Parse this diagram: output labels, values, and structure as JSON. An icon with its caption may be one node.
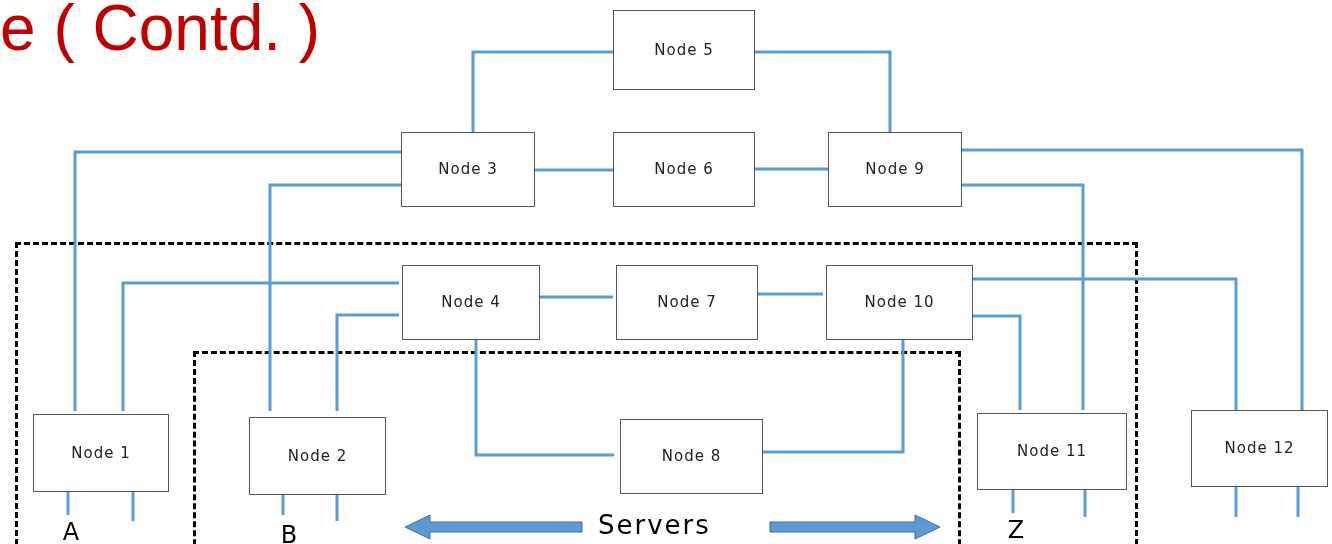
{
  "diagram": {
    "title": "e ( Contd. )",
    "nodes": [
      {
        "text": [],
        "shape": "box"
      },
      {
        "text": [],
        "shape": "box",
        "in": 0
      },
      {
        "text": [
          "Node 5"
        ]
      },
      {
        "text": [
          "Node 3"
        ]
      },
      {
        "text": [
          "Node 6"
        ]
      },
      {
        "text": [
          "Node 9"
        ]
      },
      {
        "text": [
          "Node 4"
        ],
        "in": 0
      },
      {
        "text": [
          "Node 7"
        ],
        "in": 0
      },
      {
        "text": [
          "Node 10"
        ],
        "in": 0
      },
      {
        "text": [
          "Node 1"
        ],
        "in": 0
      },
      {
        "text": [
          "Node 2"
        ],
        "in": 1
      },
      {
        "text": [
          "Node 8"
        ],
        "in": 1
      },
      {
        "text": [
          "Node 11"
        ],
        "in": 0
      },
      {
        "text": [
          "Node 12"
        ]
      },
      {
        "text": [
          "A"
        ],
        "in": 0
      },
      {
        "text": [
          "B"
        ],
        "in": 1
      },
      {
        "text": [
          "Z"
        ],
        "in": 0
      }
    ],
    "edges": [
      {
        "from": 3,
        "to": 2,
        "arrow": "none"
      },
      {
        "from": 2,
        "to": 5,
        "arrow": "none"
      },
      {
        "from": 3,
        "to": 4,
        "arrow": "none"
      },
      {
        "from": 4,
        "to": 5,
        "arrow": "none"
      },
      {
        "from": 3,
        "to": 9,
        "arrow": "none"
      },
      {
        "from": 3,
        "to": 10,
        "arrow": "none"
      },
      {
        "from": 5,
        "to": 13,
        "arrow": "none"
      },
      {
        "from": 5,
        "to": 12,
        "arrow": "none"
      },
      {
        "from": 6,
        "to": 9,
        "arrow": "none"
      },
      {
        "from": 6,
        "to": 10,
        "arrow": "none"
      },
      {
        "from": 6,
        "to": 7,
        "arrow": "none"
      },
      {
        "from": 7,
        "to": 8,
        "arrow": "none"
      },
      {
        "from": 8,
        "to": 13,
        "arrow": "none"
      },
      {
        "from": 8,
        "to": 12,
        "arrow": "none"
      },
      {
        "from": 6,
        "to": 11,
        "arrow": "none"
      },
      {
        "from": 8,
        "to": 11,
        "arrow": "none"
      },
      {
        "from": 9,
        "to": 14,
        "arrow": "none"
      },
      {
        "from": 9,
        "to": null,
        "arrow": "none"
      },
      {
        "from": 10,
        "to": 15,
        "arrow": "none"
      },
      {
        "from": 10,
        "to": null,
        "arrow": "none"
      },
      {
        "from": 12,
        "to": 16,
        "arrow": "none"
      },
      {
        "from": 12,
        "to": null,
        "arrow": "none"
      },
      {
        "from": 13,
        "to": null,
        "arrow": "none"
      },
      {
        "from": 13,
        "to": null,
        "arrow": "none"
      }
    ],
    "labels": [
      "Servers"
    ]
  }
}
